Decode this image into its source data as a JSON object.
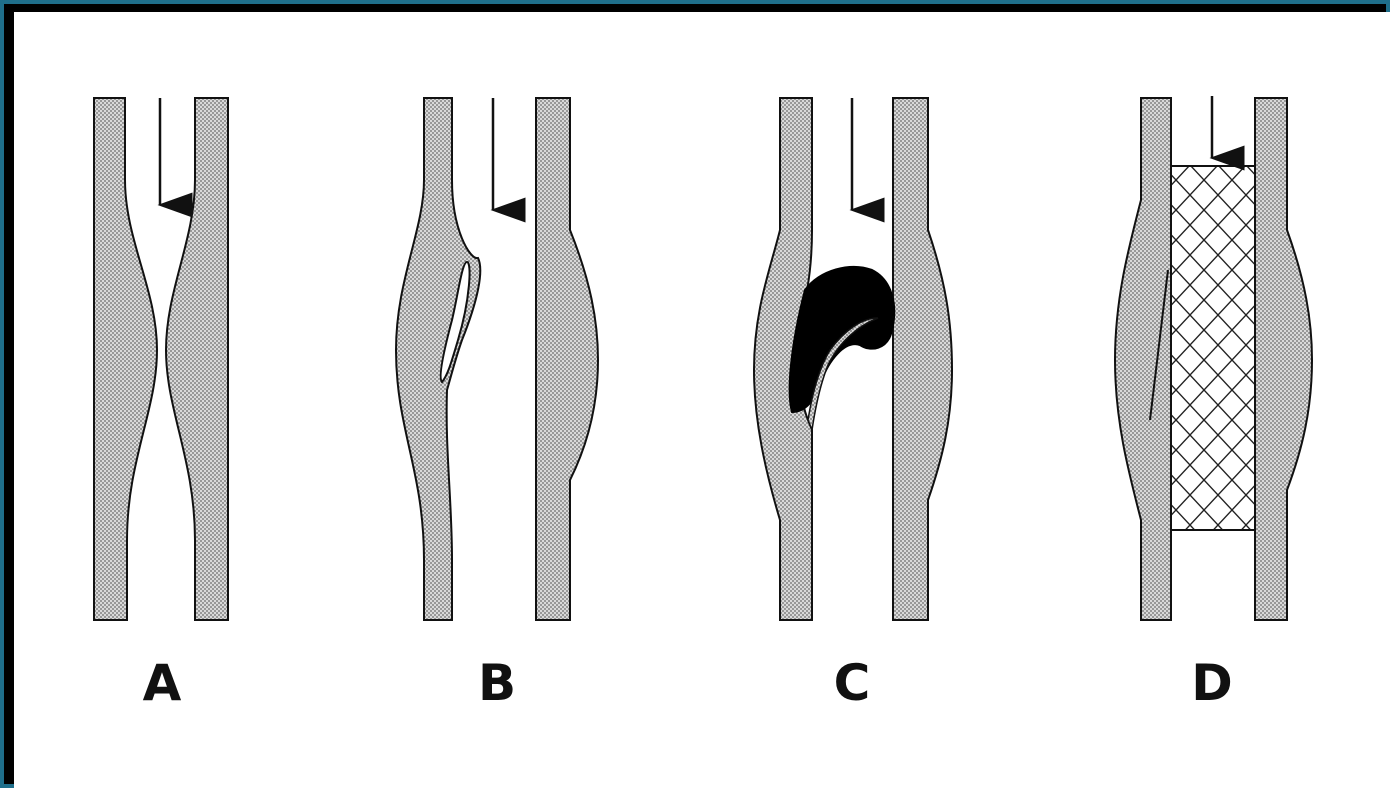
{
  "colors": {
    "frame": "#1f6f8b",
    "background": "#ffffff",
    "wall_fill": "#b8b8b8",
    "outline": "#111111",
    "thrombus": "#000000"
  },
  "panels": [
    {
      "label": "A"
    },
    {
      "label": "B"
    },
    {
      "label": "C"
    },
    {
      "label": "D"
    }
  ]
}
